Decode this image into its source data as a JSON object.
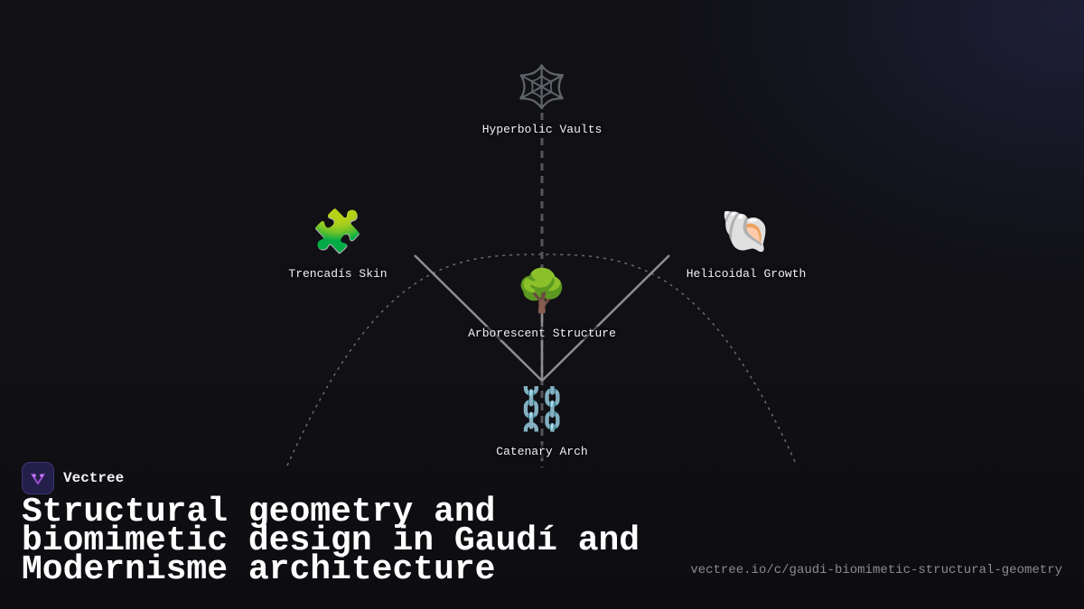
{
  "brand": {
    "name": "Vectree"
  },
  "title": "Structural geometry and biomimetic design in Gaudí and Modernisme architecture",
  "url": "vectree.io/c/gaudi-biomimetic-structural-geometry",
  "diagram": {
    "nodes": {
      "hyperbolic": {
        "label": "Hyperbolic Vaults",
        "icon": "spider-web-icon",
        "glyph": "🕸️"
      },
      "trencadis": {
        "label": "Trencadís Skin",
        "icon": "puzzle-piece-icon",
        "glyph": "🧩"
      },
      "helicoidal": {
        "label": "Helicoidal Growth",
        "icon": "spiral-shell-icon",
        "glyph": "🐚"
      },
      "arborescent": {
        "label": "Arborescent Structure",
        "icon": "tree-icon",
        "glyph": "🌳"
      },
      "catenary": {
        "label": "Catenary Arch",
        "icon": "chain-icon",
        "glyph": "⛓️"
      }
    }
  },
  "colors": {
    "background": "#101015",
    "connector": "#8e8e94",
    "dashed": "#6a6a70",
    "brand_accent": "#a24bd6"
  }
}
